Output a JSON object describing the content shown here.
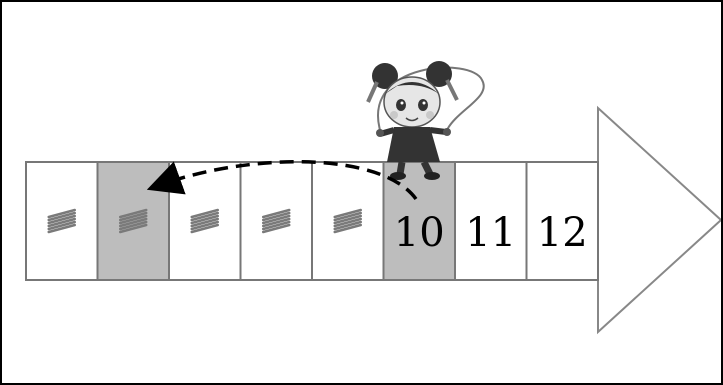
{
  "diagram": {
    "cells": [
      {
        "label": "",
        "scribbled": true,
        "shaded": false
      },
      {
        "label": "",
        "scribbled": true,
        "shaded": true
      },
      {
        "label": "",
        "scribbled": true,
        "shaded": false
      },
      {
        "label": "",
        "scribbled": true,
        "shaded": false
      },
      {
        "label": "",
        "scribbled": true,
        "shaded": false
      },
      {
        "label": "10",
        "scribbled": false,
        "shaded": true
      },
      {
        "label": "11",
        "scribbled": false,
        "shaded": false
      },
      {
        "label": "12",
        "scribbled": false,
        "shaded": false
      }
    ],
    "jump": {
      "from_cell": 5,
      "to_cell": 1
    },
    "colors": {
      "cell_fill": "#ffffff",
      "cell_shaded": "#bdbdbd",
      "scribble": "#7a7a7a",
      "arrow_outline": "#888888",
      "cell_border": "#777777"
    },
    "icons": {
      "character": "girl-jumping-rope-icon"
    }
  }
}
